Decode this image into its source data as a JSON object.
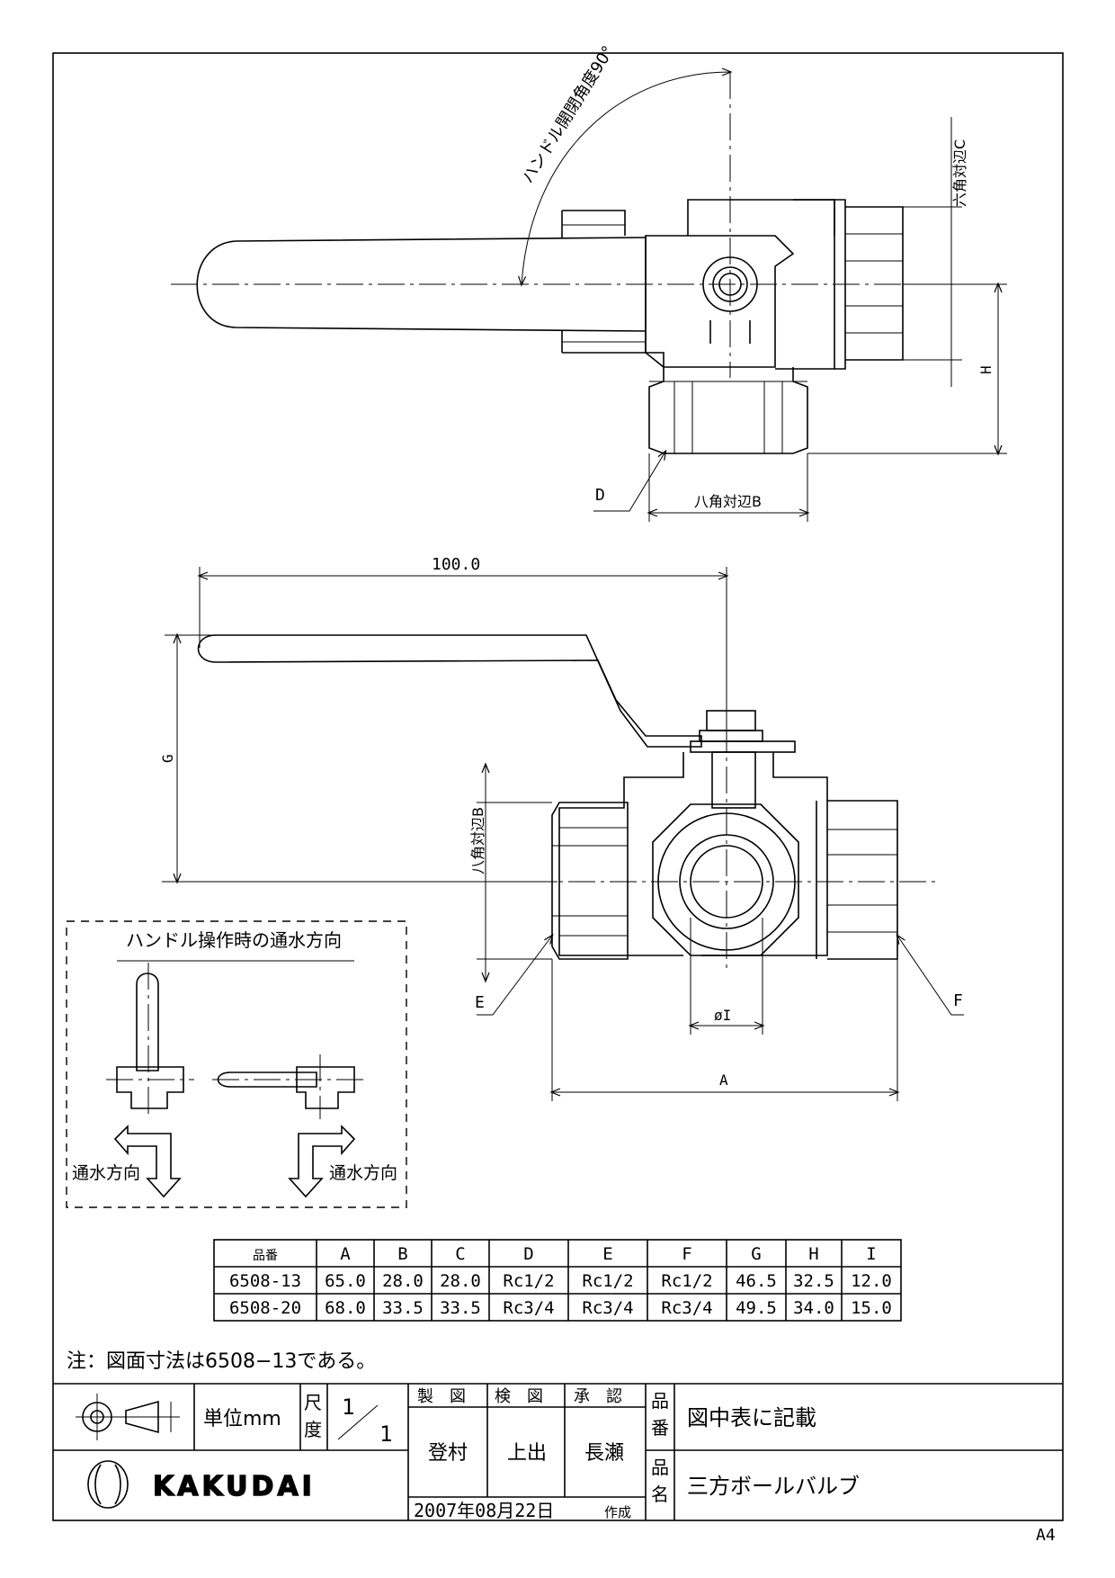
{
  "top_view": {
    "handle_angle_label": "ハンドル開閉角度90°",
    "hex_label": "六角対辺C",
    "oct_label": "八角対辺B",
    "label_D": "D",
    "label_H": "H"
  },
  "front_view": {
    "dim_length": "100.0",
    "label_G": "G",
    "oct_label": "八角対辺B",
    "label_E": "E",
    "label_F": "F",
    "label_phiI": "øI",
    "label_A": "A"
  },
  "flow_box": {
    "title": "ハンドル操作時の通水方向",
    "flow_left": "通水方向",
    "flow_right": "通水方向"
  },
  "spec_table": {
    "headers": [
      "品番",
      "A",
      "B",
      "C",
      "D",
      "E",
      "F",
      "G",
      "H",
      "I"
    ],
    "rows": [
      [
        "6508-13",
        "65.0",
        "28.0",
        "28.0",
        "Rc1/2",
        "Rc1/2",
        "Rc1/2",
        "46.5",
        "32.5",
        "12.0"
      ],
      [
        "6508-20",
        "68.0",
        "33.5",
        "33.5",
        "Rc3/4",
        "Rc3/4",
        "Rc3/4",
        "49.5",
        "34.0",
        "15.0"
      ]
    ]
  },
  "note": "注：図面寸法は6508−13である。",
  "title_block": {
    "unit": "単位mm",
    "scale_label_1": "尺",
    "scale_label_2": "度",
    "scale_num": "1",
    "scale_den": "1",
    "made_label": "製　図",
    "check_label": "検　図",
    "approve_label": "承　認",
    "made_name": "登村",
    "check_name": "上出",
    "approve_name": "長瀬",
    "part_no_label_1": "品",
    "part_no_label_2": "番",
    "part_no_value": "図中表に記載",
    "part_name_label_1": "品",
    "part_name_label_2": "名",
    "part_name_value": "三方ボールバルブ",
    "date": "2007年08月22日",
    "date_suffix": "作成",
    "company": "KAKUDAI"
  },
  "paper_size": "A4"
}
